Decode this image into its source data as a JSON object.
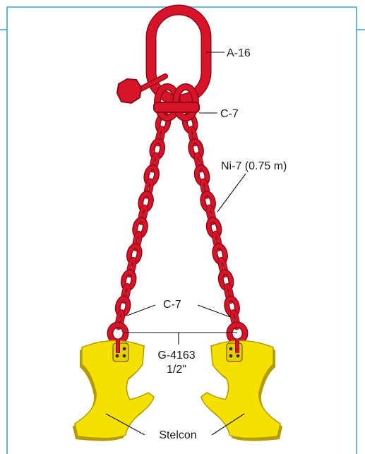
{
  "labels": {
    "master_link": "A-16",
    "top_connector": "C-7",
    "chain": "Ni-7 (0.75 m)",
    "bottom_connector": "C-7",
    "clamp": "G-4163",
    "clamp_size": "1/2\"",
    "gripper": "Stelcon"
  },
  "colors": {
    "frame": "#1a8fc9",
    "chain_red": "#d8142a",
    "chain_dark": "#8e0a17",
    "gripper_yellow": "#f5e100",
    "gripper_edge": "#b59a00"
  }
}
